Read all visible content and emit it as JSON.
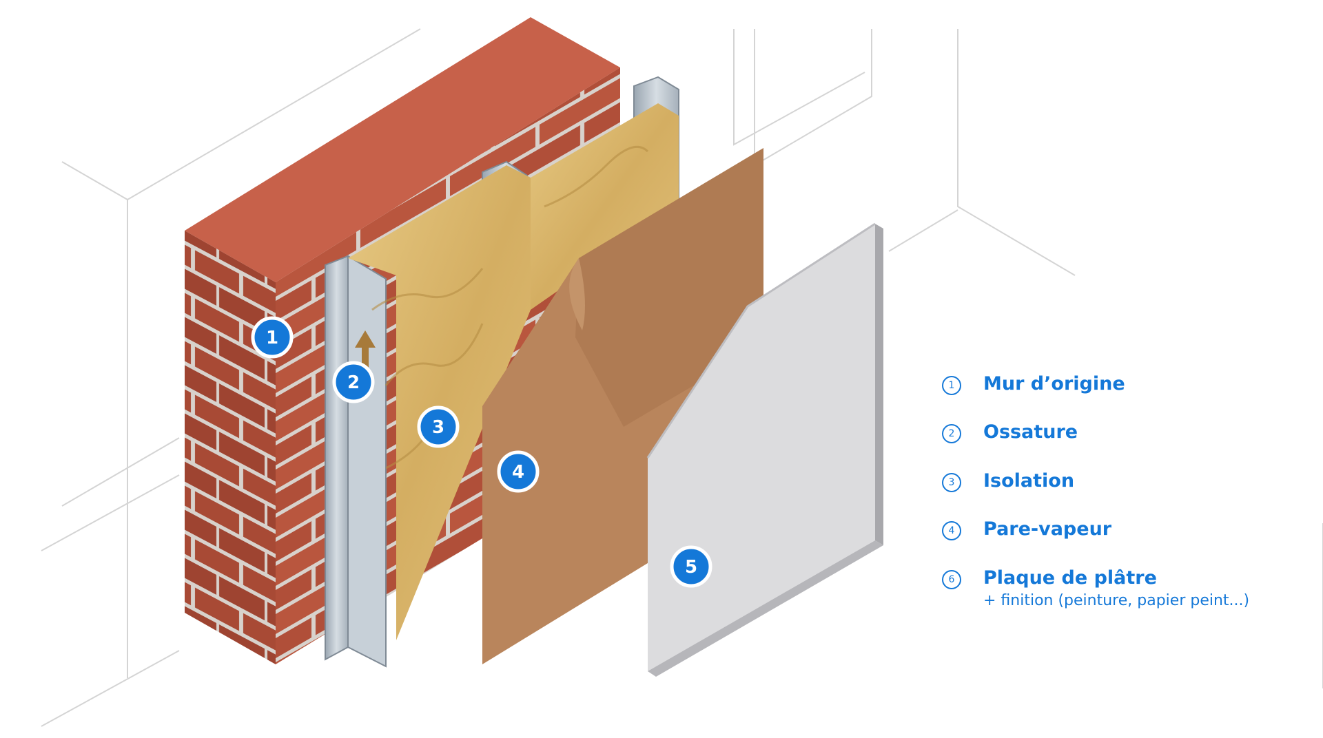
{
  "colors": {
    "accent": "#1478d8",
    "brick": "#b9563e",
    "mortar": "#d8d2cc",
    "metal": "#b9c3cc",
    "insulation": "#d9b56a",
    "vapor": "#b07c55",
    "plaster": "#dcdcde",
    "guide": "#d4d4d4"
  },
  "markers": [
    {
      "id": "1",
      "label": "1"
    },
    {
      "id": "2",
      "label": "2"
    },
    {
      "id": "3",
      "label": "3"
    },
    {
      "id": "4",
      "label": "4"
    },
    {
      "id": "5",
      "label": "5"
    }
  ],
  "legend": [
    {
      "num": "1",
      "label": "Mur d’origine",
      "sub": ""
    },
    {
      "num": "2",
      "label": "Ossature",
      "sub": ""
    },
    {
      "num": "3",
      "label": "Isolation",
      "sub": ""
    },
    {
      "num": "4",
      "label": "Pare-vapeur",
      "sub": ""
    },
    {
      "num": "6",
      "label": "Plaque de plâtre",
      "sub": "+ finition (peinture, papier peint...)"
    }
  ]
}
